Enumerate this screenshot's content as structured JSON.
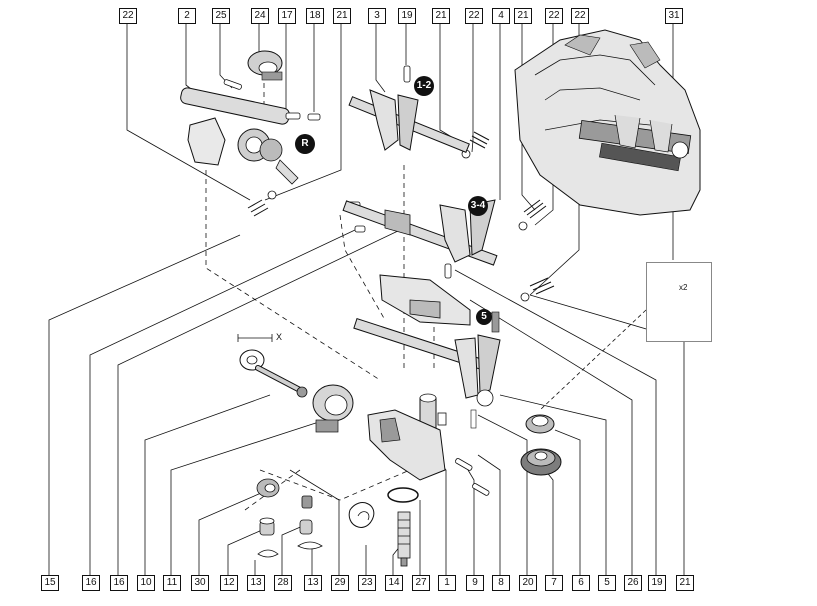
{
  "top_callouts": [
    "22",
    "2",
    "25",
    "24",
    "17",
    "18",
    "21",
    "3",
    "19",
    "21",
    "22",
    "4",
    "21",
    "22",
    "22",
    "31"
  ],
  "bottom_callouts": [
    "15",
    "16",
    "16",
    "10",
    "11",
    "30",
    "12",
    "13",
    "28",
    "13",
    "29",
    "23",
    "14",
    "27",
    "1",
    "9",
    "8",
    "20",
    "7",
    "6",
    "5",
    "26",
    "19",
    "21"
  ],
  "gear_badges": [
    "1-2",
    "3-4",
    "5",
    "R"
  ],
  "inset_label": "x2",
  "dimension_label": "X",
  "colors": {
    "line": "#111111",
    "shade": "#9a9a9a",
    "light": "#dcdcdc",
    "background": "#ffffff"
  }
}
